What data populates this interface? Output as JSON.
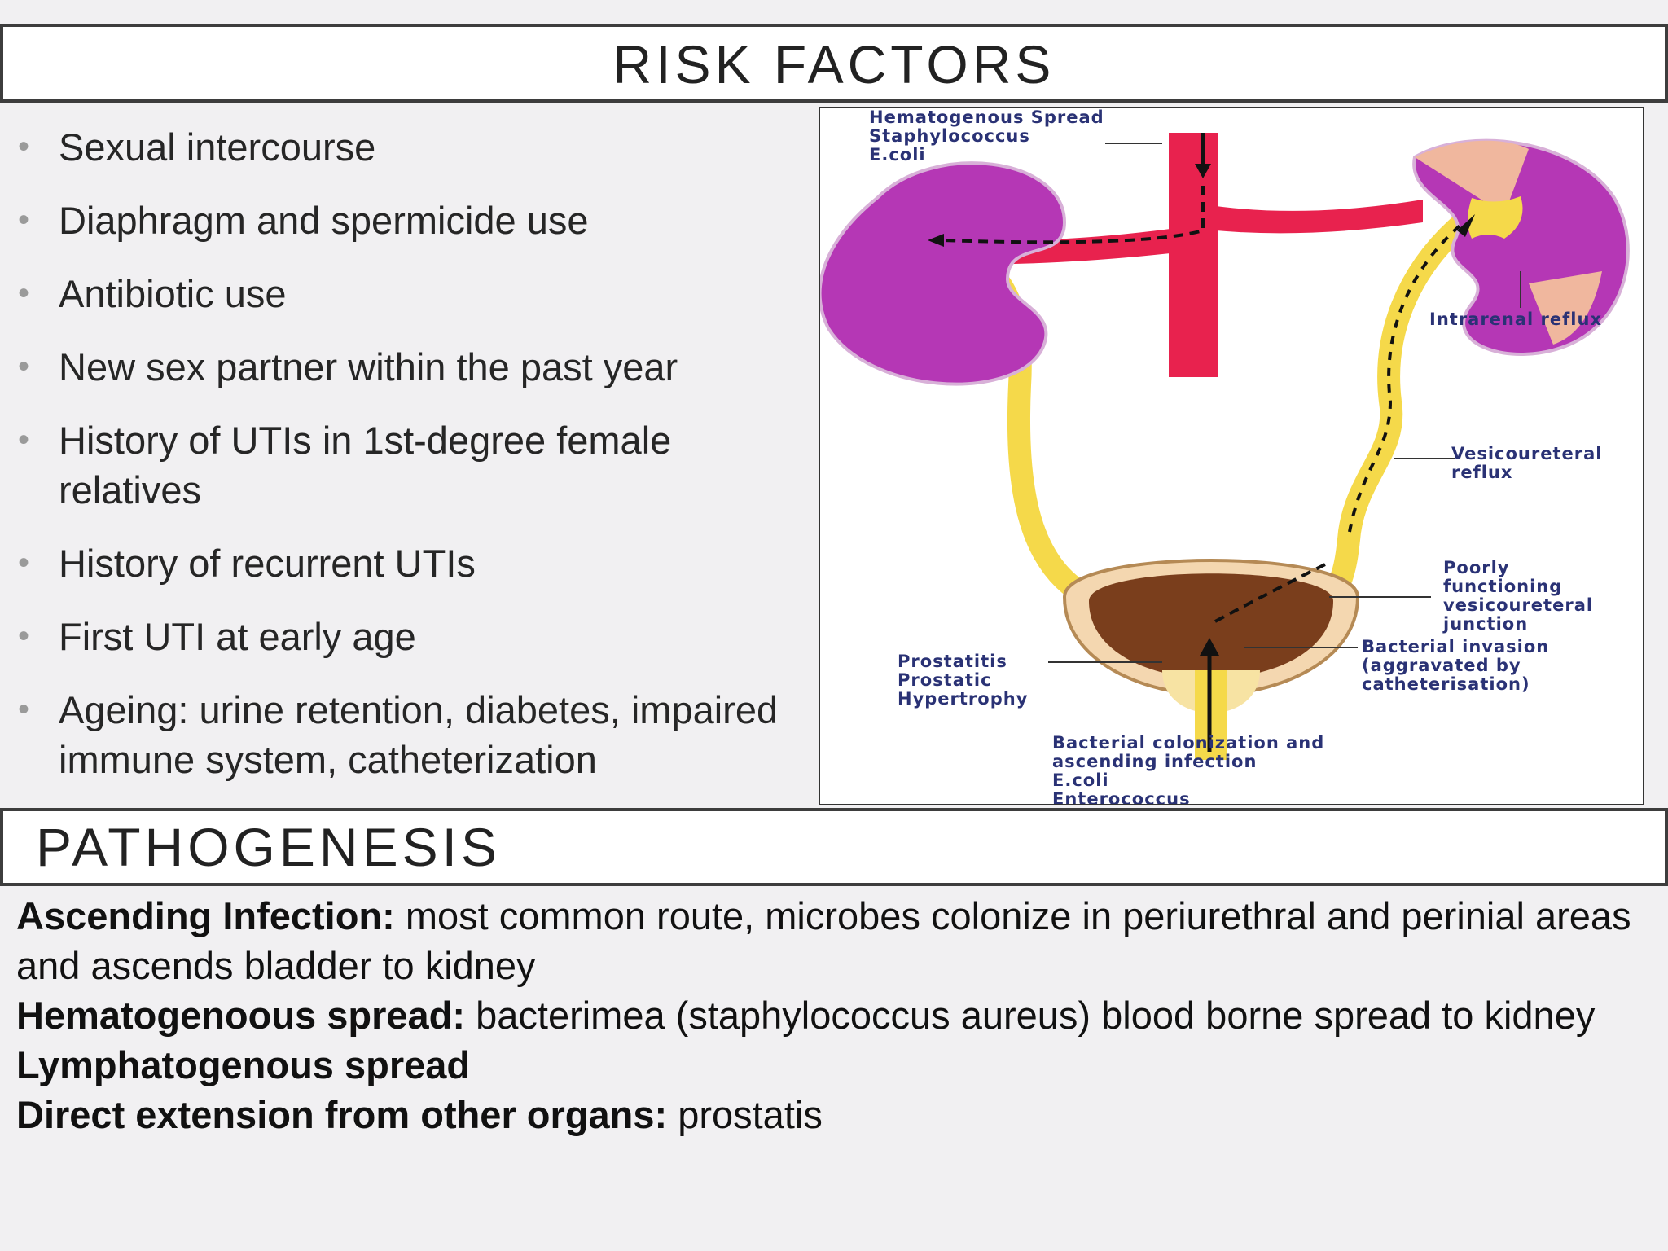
{
  "risk_factors": {
    "title": "RISK FACTORS",
    "items": [
      "Sexual intercourse",
      "Diaphragm and spermicide use",
      "Antibiotic use",
      "New sex partner within the past year",
      "History of UTIs in 1st-degree female relatives",
      "History of recurrent UTIs",
      "First UTI at early age",
      "Ageing: urine retention, diabetes, impaired immune system, catheterization"
    ]
  },
  "figure": {
    "labels": {
      "hematogenous": "Hematogenous Spread\nStaphylococcus\nE.coli",
      "intrarenal": "Intrarenal reflux",
      "vesicoureteral": "Vesicoureteral\nreflux",
      "poorly": "Poorly\nfunctioning\nvesicoureteral\njunction",
      "bacterial_invasion": "Bacterial invasion\n(aggravated by\ncatheterisation)",
      "prostatitis": "Prostatitis\nProstatic\nHypertrophy",
      "colonization": "Bacterial colonization and\nascending infection\nE.coli\nEnterococcus"
    }
  },
  "pathogenesis": {
    "title": "PATHOGENESIS",
    "lines": [
      {
        "term": "Ascending Infection:",
        "text": " most common route, microbes colonize in periurethral and perinial areas and ascends bladder to kidney"
      },
      {
        "term": "Hematogenoous spread:",
        "text": " bacterimea (staphylococcus aureus) blood borne spread to kidney"
      },
      {
        "term": "Lymphatogenous spread",
        "text": ""
      },
      {
        "term": "Direct extension from other organs:",
        "text": " prostatis"
      }
    ]
  }
}
